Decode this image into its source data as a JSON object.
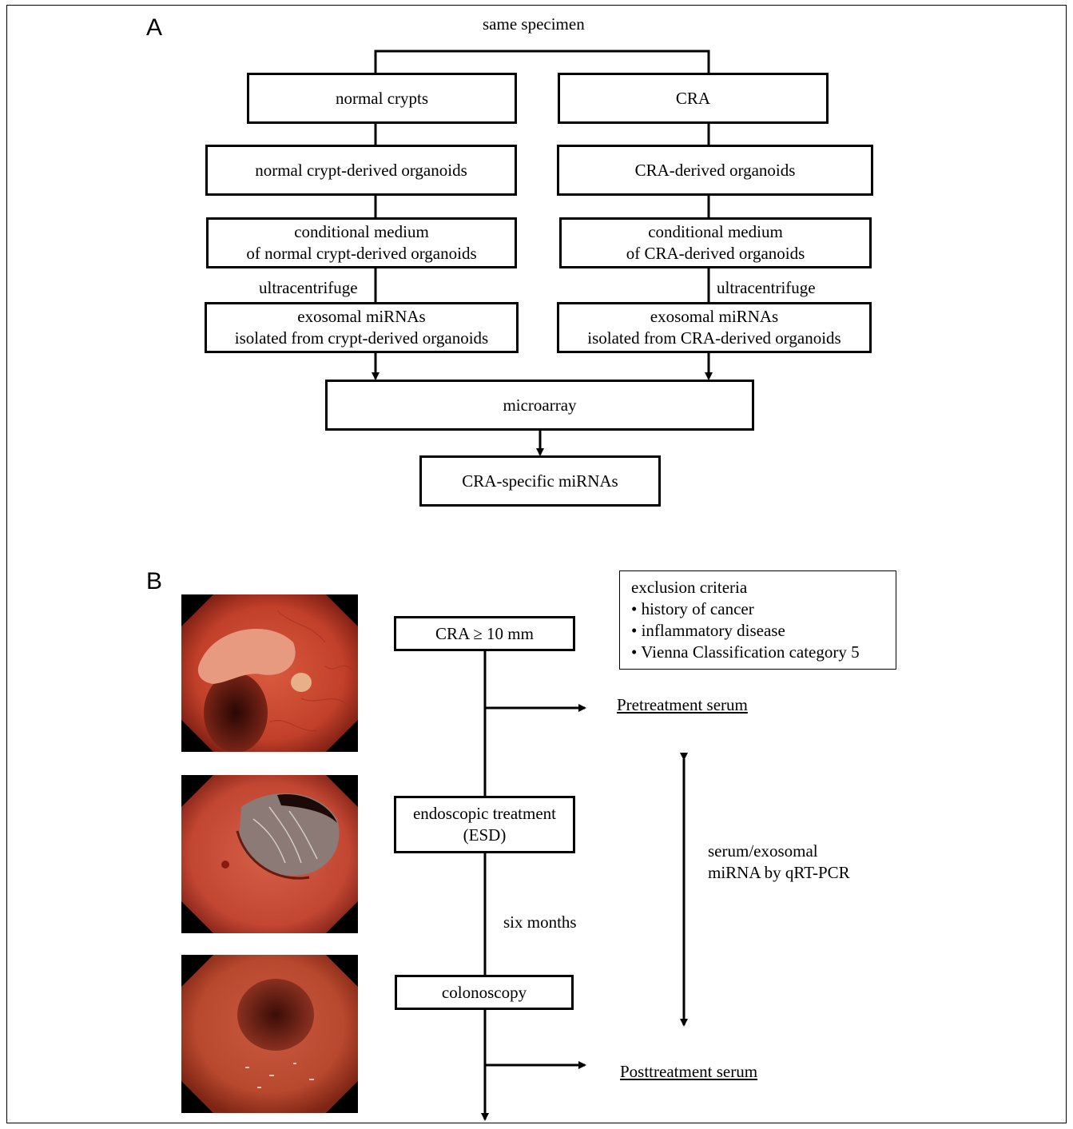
{
  "panelA": {
    "letter": "A",
    "top_label": "same specimen",
    "left": {
      "box1": "normal crypts",
      "box2": "normal crypt-derived organoids",
      "box3_line1": "conditional medium",
      "box3_line2": "of normal crypt-derived organoids",
      "step": "ultracentrifuge",
      "box4_line1": "exosomal miRNAs",
      "box4_line2": "isolated from crypt-derived organoids"
    },
    "right": {
      "box1": "CRA",
      "box2": "CRA-derived organoids",
      "box3_line1": "conditional medium",
      "box3_line2": "of CRA-derived organoids",
      "step": "ultracentrifuge",
      "box4_line1": "exosomal miRNAs",
      "box4_line2": "isolated from CRA-derived organoids"
    },
    "merge_box": "microarray",
    "result_box": "CRA-specific miRNAs"
  },
  "panelB": {
    "letter": "B",
    "start_box": "CRA ≥ 10 mm",
    "treatment_line1": "endoscopic treatment",
    "treatment_line2": "(ESD)",
    "interval": "six months",
    "followup_box": "colonoscopy",
    "pre_serum": "Pretreatment serum",
    "post_serum": "Posttreatment serum",
    "assay_line1": "serum/exosomal",
    "assay_line2": "miRNA by qRT-PCR",
    "exclusion": {
      "title": "exclusion  criteria",
      "items": [
        "• history of cancer",
        "• inflammatory disease",
        "• Vienna Classification category 5"
      ]
    },
    "images": [
      "endoscopy-polyp-image",
      "endoscopy-esd-ulcer-image",
      "endoscopy-followup-image"
    ]
  }
}
